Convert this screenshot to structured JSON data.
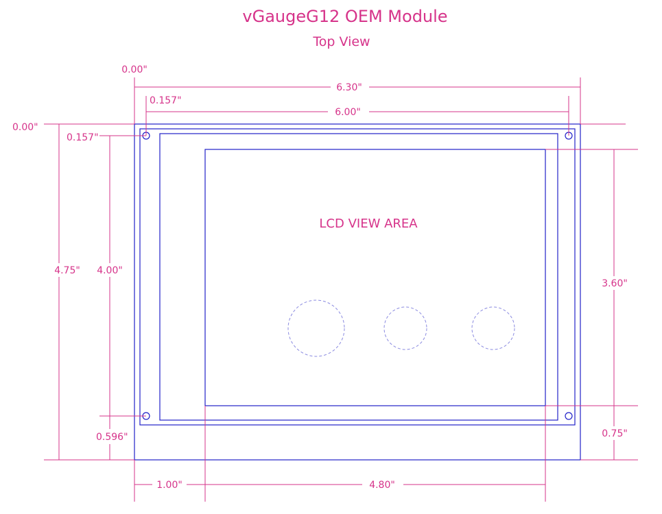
{
  "title": "vGaugeG12 OEM Module",
  "subtitle": "Top View",
  "lcd_label": "LCD VIEW AREA",
  "colors": {
    "dimension": "#d6338a",
    "outline": "#2020c8",
    "dashed": "#8a8ae0"
  },
  "dims": {
    "origin_x": "0.00\"",
    "origin_y": "0.00\"",
    "overall_width": "6.30\"",
    "hole_spacing_x": "6.00\"",
    "hole_offset_x": "0.157\"",
    "hole_offset_y": "0.157\"",
    "overall_height": "4.75\"",
    "hole_spacing_y": "4.00\"",
    "bottom_hole_offset": "0.596\"",
    "lcd_height": "3.60\"",
    "lcd_bottom_offset": "0.75\"",
    "lcd_left_offset": "1.00\"",
    "lcd_width": "4.80\""
  }
}
